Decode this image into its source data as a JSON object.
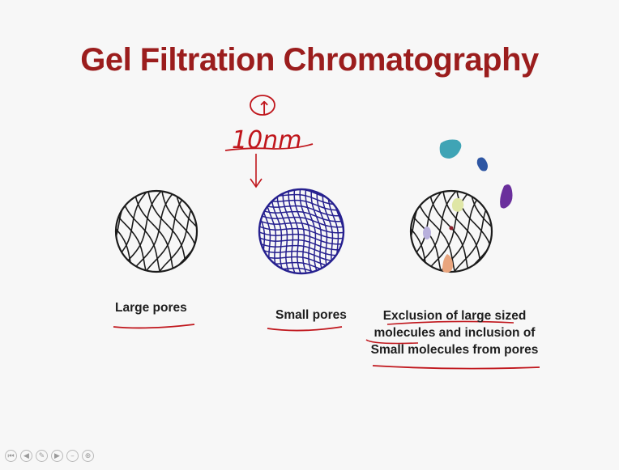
{
  "title": "Gel Filtration Chromatography",
  "annotation": {
    "handwritten_note": "10nm",
    "note_symbol": "↑",
    "ink_color": "#c0161c"
  },
  "beads": [
    {
      "id": "large-pores",
      "caption": "Large pores",
      "mesh": "coarse",
      "mesh_color": "#1b1b1b"
    },
    {
      "id": "small-pores",
      "caption": "Small pores",
      "mesh": "fine",
      "mesh_color": "#26208f"
    },
    {
      "id": "exclusion",
      "caption_lines": [
        "Exclusion of large sized",
        "molecules and inclusion of",
        "Small molecules from pores"
      ],
      "mesh": "coarse",
      "mesh_color": "#1b1b1b"
    }
  ],
  "molecules": {
    "outside": [
      {
        "name": "cyan-molecule",
        "color": "#3fa4b5"
      },
      {
        "name": "blue-molecule",
        "color": "#2e56a3"
      },
      {
        "name": "purple-molecule",
        "color": "#6a2f9c"
      }
    ],
    "inside": [
      {
        "name": "yellow-green-molecule",
        "color": "#dfe6a6"
      },
      {
        "name": "lilac-molecule",
        "color": "#b8b0dc"
      },
      {
        "name": "red-dot-molecule",
        "color": "#8c1d2a"
      },
      {
        "name": "orange-molecule",
        "color": "#e9a57e"
      }
    ]
  },
  "nav": {
    "buttons": [
      {
        "name": "nav-first-button",
        "glyph": "⏮"
      },
      {
        "name": "nav-prev-button",
        "glyph": "◀"
      },
      {
        "name": "nav-pen-button",
        "glyph": "✎"
      },
      {
        "name": "nav-next-button",
        "glyph": "▶"
      },
      {
        "name": "nav-minus-button",
        "glyph": "–"
      },
      {
        "name": "nav-zoom-button",
        "glyph": "⊕"
      }
    ]
  }
}
